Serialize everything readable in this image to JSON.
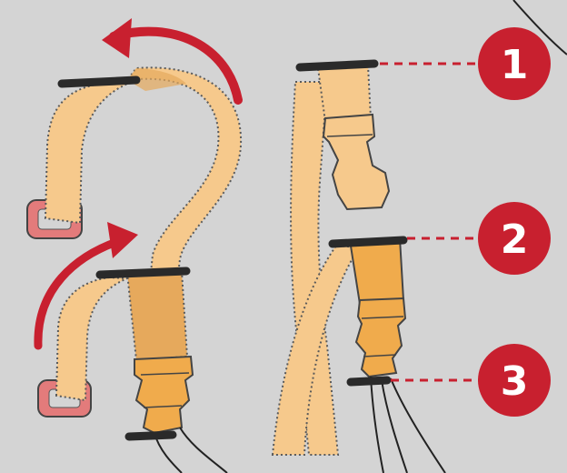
{
  "colors": {
    "background": "#d4d4d4",
    "strap_fill": "#f6c98c",
    "strap_overlap": "#e6a95c",
    "buckle_fill": "#f0ab4c",
    "outline": "#5a5a5a",
    "bar_black": "#2a2a2a",
    "arrow_red": "#c8202f",
    "badge_red": "#c8202f",
    "badge_text": "#ffffff",
    "leader_line": "#c8202f",
    "loop_pink": "#e37b7b"
  },
  "callouts": [
    {
      "number": "1",
      "icon": "numbered-badge"
    },
    {
      "number": "2",
      "icon": "numbered-badge"
    },
    {
      "number": "3",
      "icon": "numbered-badge"
    }
  ],
  "icons": [
    "curved-arrow-icon",
    "curved-arrow-icon",
    "d-ring-icon",
    "d-ring-icon",
    "side-release-buckle-icon"
  ]
}
